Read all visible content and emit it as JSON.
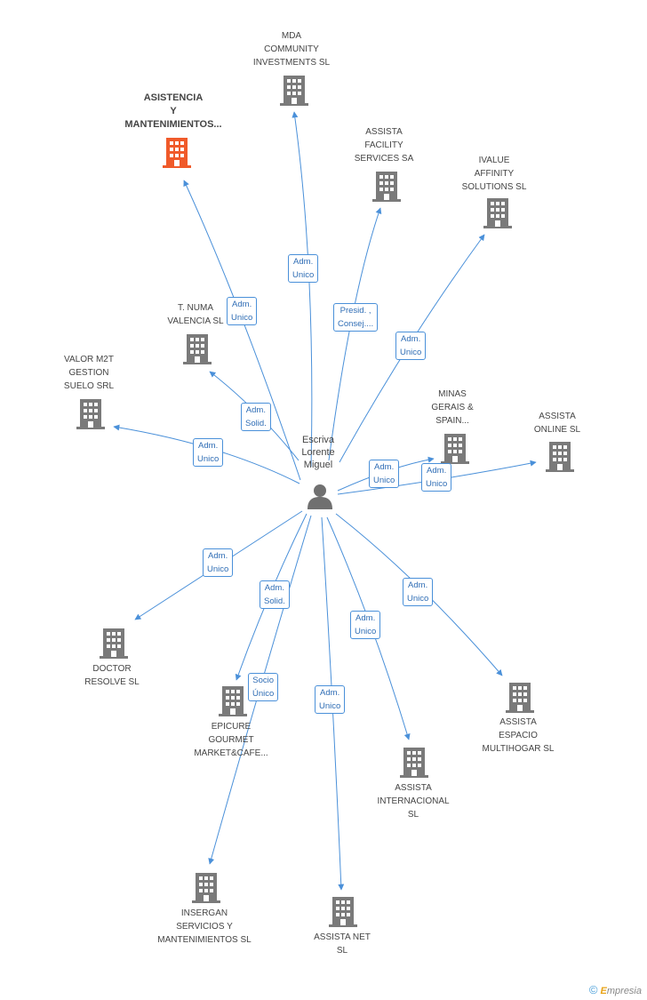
{
  "colors": {
    "edge": "#4a90d9",
    "company": "#7a7a7a",
    "highlight": "#f05a2a",
    "person": "#707070"
  },
  "person": {
    "label": "Escriva\nLorente\nMiguel"
  },
  "companies": [
    {
      "id": "asistencia",
      "label": "ASISTENCIA\nY\nMANTENIMIENTOS...",
      "highlight": true
    },
    {
      "id": "mda",
      "label": "MDA\nCOMMUNITY\nINVESTMENTS SL"
    },
    {
      "id": "assista-facility",
      "label": "ASSISTA\nFACILITY\nSERVICES SA"
    },
    {
      "id": "ivalue",
      "label": "IVALUE\nAFFINITY\nSOLUTIONS SL"
    },
    {
      "id": "tnuma",
      "label": "T. NUMA\nVALENCIA  SL"
    },
    {
      "id": "valor",
      "label": "VALOR M2T\nGESTION\nSUELO SRL"
    },
    {
      "id": "minas",
      "label": "MINAS\nGERAIS &\nSPAIN..."
    },
    {
      "id": "assista-online",
      "label": "ASSISTA\nONLINE SL"
    },
    {
      "id": "doctor",
      "label": "DOCTOR\nRESOLVE  SL"
    },
    {
      "id": "epicure",
      "label": "EPICURE\nGOURMET\nMARKET&CAFE..."
    },
    {
      "id": "multihogar",
      "label": "ASSISTA\nESPACIO\nMULTIHOGAR SL"
    },
    {
      "id": "internacional",
      "label": "ASSISTA\nINTERNACIONAL\nSL"
    },
    {
      "id": "insergan",
      "label": "INSERGAN\nSERVICIOS Y\nMANTENIMIENTOS SL"
    },
    {
      "id": "assista-net",
      "label": "ASSISTA NET\nSL"
    }
  ],
  "edges": [
    {
      "to": "asistencia",
      "label": "Adm.\nUnico"
    },
    {
      "to": "mda",
      "label": "Adm.\nUnico"
    },
    {
      "to": "assista-facility",
      "label": "Presid. ,\nConsej...."
    },
    {
      "to": "ivalue",
      "label": "Adm.\nUnico"
    },
    {
      "to": "tnuma",
      "label": "Adm.\nSolid."
    },
    {
      "to": "valor",
      "label": "Adm.\nUnico"
    },
    {
      "to": "minas",
      "label": "Adm.\nUnico"
    },
    {
      "to": "assista-online",
      "label": "Adm.\nUnico"
    },
    {
      "to": "doctor",
      "label": "Adm.\nUnico"
    },
    {
      "to": "epicure",
      "label": "Adm.\nSolid."
    },
    {
      "to": "insergan",
      "label": "Socio\nÚnico"
    },
    {
      "to": "assista-net",
      "label": "Adm.\nUnico"
    },
    {
      "to": "internacional",
      "label": "Adm.\nUnico"
    },
    {
      "to": "multihogar",
      "label": "Adm.\nUnico"
    }
  ],
  "footer": {
    "copyright": "©",
    "brand_initial": "E",
    "brand_rest": "mpresia"
  }
}
